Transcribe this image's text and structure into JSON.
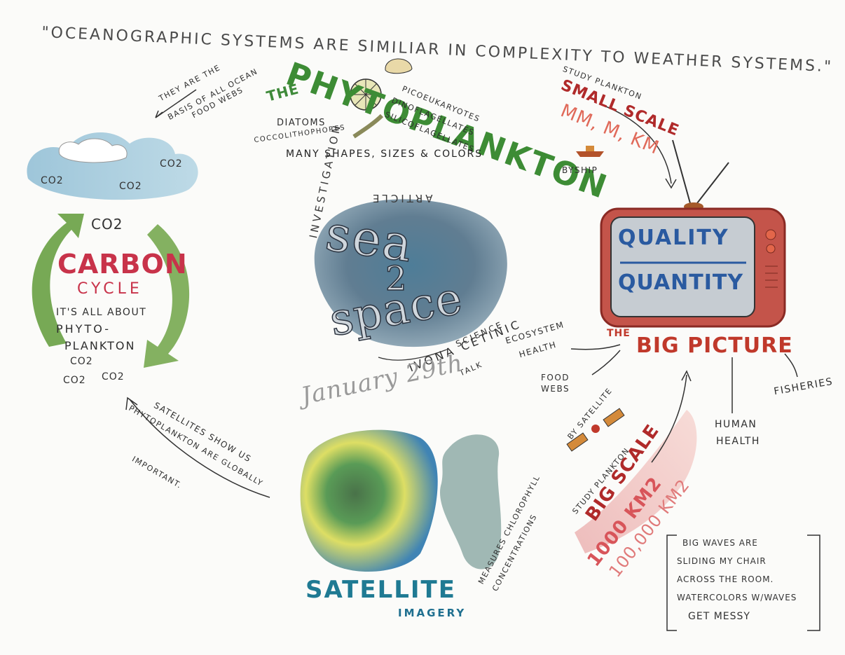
{
  "quote": "\"OCEANOGRAPHIC SYSTEMS ARE SIMILIAR IN COMPLEXITY TO WEATHER SYSTEMS.\"",
  "phytoplankton": {
    "the": "THE",
    "title": "PHYTOPLANKTON",
    "basis_lines": [
      "THEY ARE THE",
      "BASIS OF ALL OCEAN",
      "FOOD WEBS"
    ],
    "diatoms": "DIATOMS",
    "coccolithophores": "COCCOLITHOPHORES",
    "picoeukaryotes": "PICOEUKARYOTES",
    "dinoflagellates": "DINOFLAGELLATES",
    "silicoflagellates": "SILICOFLAGELLATES",
    "shapes": "MANY SHAPES, SIZES & COLORS"
  },
  "carbon": {
    "co2": "CO2",
    "title": "CARBON",
    "cycle": "CYCLE",
    "line1": "IT'S ALL ABOUT",
    "line2": "PHYTO-",
    "line3": "PLANKTON"
  },
  "center": {
    "sea": "sea",
    "two": "2",
    "space": "space",
    "investigation": "INVESTIGATION",
    "article": "ARTICLE",
    "speaker": "IVONA CETINIC",
    "science": "SCIENCE",
    "talk": "TALK",
    "date": "January 29th"
  },
  "right": {
    "study_small": "STUDY PLANKTON",
    "small_scale": "SMALL SCALE",
    "units_small": "MM, M, KM",
    "byship": "BYSHIP",
    "quality": "QUALITY",
    "quantity": "QUANTITY",
    "the": "THE",
    "big_picture": "BIG PICTURE",
    "ecosystem": "ECOSYSTEM",
    "health": "HEALTH",
    "food": "FOOD",
    "webs": "WEBS",
    "fisheries": "FISHERIES",
    "human": "HUMAN",
    "health2": "HEALTH",
    "bysat": "BY SATELLITE",
    "study_big": "STUDY PLANKTON",
    "big_scale": "BIG SCALE",
    "km1000": "1000 KM2",
    "km100000": "100,000 KM2"
  },
  "bottom": {
    "satellite": "SATELLITE",
    "imagery": "IMAGERY",
    "measures": "MEASURES CHLOROPHYLL",
    "conc": "CONCENTRATIONS",
    "sat_lines": [
      "SATELLITES SHOW US",
      "PHYTOPLANKTON ARE GLOBALLY",
      "IMPORTANT."
    ]
  },
  "note": {
    "lines": [
      "BIG WAVES ARE",
      "SLIDING MY CHAIR",
      "ACROSS THE ROOM.",
      "WATERCOLORS W/WAVES",
      "GET MESSY"
    ]
  },
  "colors": {
    "green": "#3d8c35",
    "red": "#c0392b",
    "blue": "#2a5aa0",
    "teal": "#1f7a93"
  }
}
